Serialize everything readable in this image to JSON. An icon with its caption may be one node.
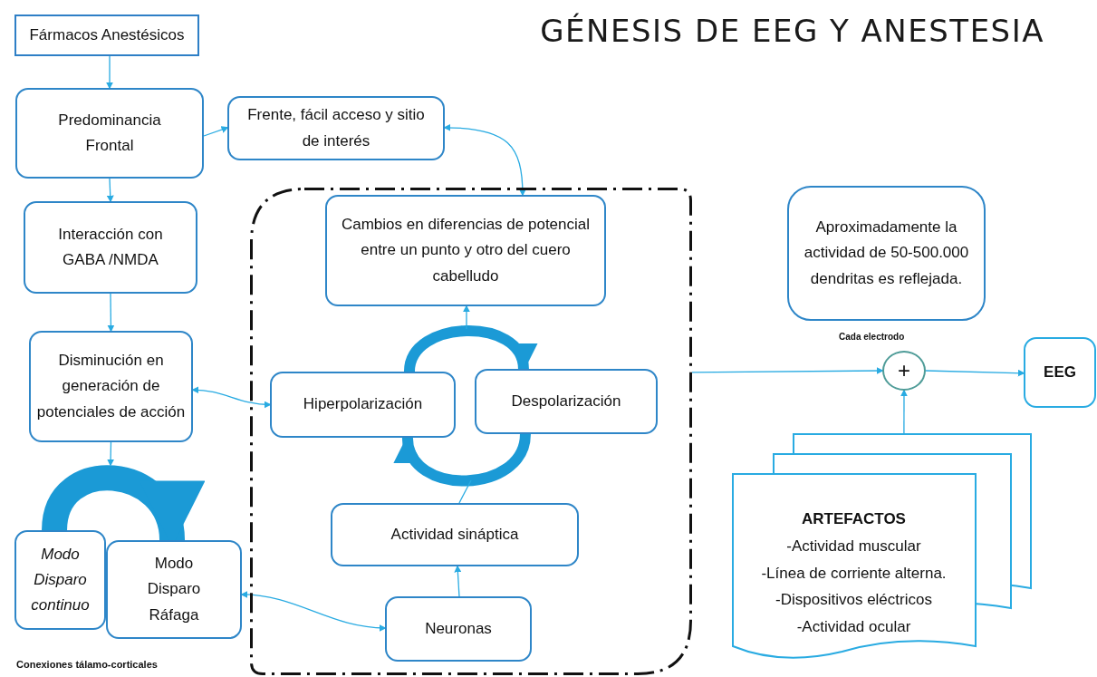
{
  "diagram": {
    "title": "GÉNESIS DE EEG Y ANESTESIA",
    "nodes": [
      {
        "text": [
          "Fármacos Anestésicos"
        ]
      },
      {
        "text": [
          "Predominancia Frontal"
        ]
      },
      {
        "text": [
          "Frente, fácil acceso y sitio de interés"
        ]
      },
      {
        "text": [
          "Interacción con GABA /NMDA"
        ]
      },
      {
        "text": [
          "Disminución en generación de potenciales de acción"
        ]
      },
      {
        "text": [],
        "shape": "box"
      },
      {
        "text": [
          "Cambios en diferencias de potencial entre un punto y otro del cuero cabelludo"
        ],
        "in": 5
      },
      {
        "text": [
          "Hiperpolarización"
        ],
        "in": 5
      },
      {
        "text": [
          "Despolarización"
        ],
        "in": 5
      },
      {
        "text": [
          "Actividad sináptica"
        ],
        "in": 5
      },
      {
        "text": [
          "Neuronas"
        ],
        "in": 5
      },
      {
        "text": [
          "Modo Disparo continuo"
        ]
      },
      {
        "text": [
          "Modo Disparo Ráfaga"
        ]
      },
      {
        "text": [
          "Aproximadamente la actividad de 50-500.000 dendritas es reflejada."
        ]
      },
      {
        "text": [
          "+"
        ]
      },
      {
        "text": [
          "EEG"
        ]
      },
      {
        "text": [
          "ARTEFACTOS",
          "-Actividad muscular",
          "-Línea de corriente alterna.",
          "-Dispositivos eléctricos",
          "-Actividad ocular"
        ]
      }
    ],
    "edges": [
      {
        "from": 0,
        "to": 1,
        "arrow": "to"
      },
      {
        "from": 1,
        "to": 2,
        "arrow": "to"
      },
      {
        "from": 1,
        "to": 3,
        "arrow": "to"
      },
      {
        "from": 3,
        "to": 4,
        "arrow": "to"
      },
      {
        "from": 2,
        "to": 6,
        "arrow": "both"
      },
      {
        "from": 4,
        "to": 7,
        "arrow": "both"
      },
      {
        "from": 4,
        "to": null,
        "arrow": "to"
      },
      {
        "from": 11,
        "to": 12,
        "arrow": "to",
        "style": "thick",
        "color": "#1b9ad6"
      },
      {
        "from": 7,
        "to": 8,
        "arrow": "to",
        "style": "thick",
        "color": "#1b9ad6"
      },
      {
        "from": 8,
        "to": 7,
        "arrow": "to",
        "style": "thick",
        "color": "#1b9ad6"
      },
      {
        "from": null,
        "to": 6,
        "arrow": "to"
      },
      {
        "from": 9,
        "to": null,
        "arrow": "none"
      },
      {
        "from": 10,
        "to": 9,
        "arrow": "to"
      },
      {
        "from": 12,
        "to": 10,
        "arrow": "both"
      },
      {
        "from": 5,
        "to": 14,
        "arrow": "to"
      },
      {
        "from": 14,
        "to": 15,
        "arrow": "to"
      },
      {
        "from": 16,
        "to": 14,
        "arrow": "to"
      }
    ],
    "labels": [
      "Cada electrodo",
      "Conexiones tálamo-corticales"
    ]
  }
}
